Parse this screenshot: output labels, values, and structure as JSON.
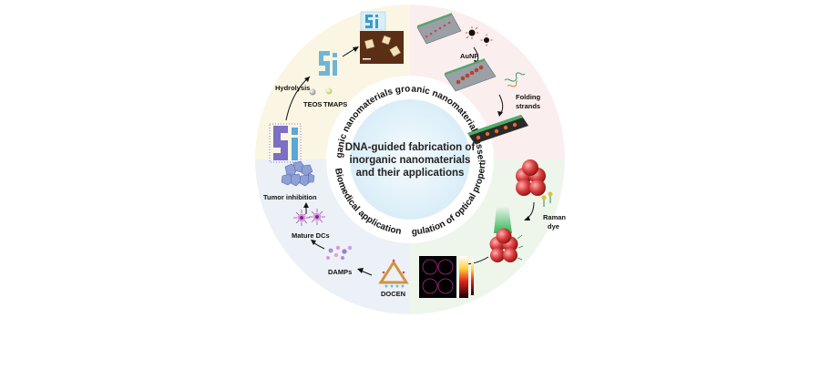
{
  "center": {
    "line1": "DNA-guided fabrication of",
    "line2": "inorganic nanomaterials",
    "line3": "and their applications"
  },
  "ring": {
    "growth": "Inorganic nanomaterials growth",
    "assembly": "Inorganic nanomaterials assembly",
    "optical": "Regulation of optical properties",
    "biomedical": "Biomedical application"
  },
  "labels": {
    "hydrolysis": "Hydrolysis",
    "teos": "TEOS",
    "tmaps": "TMAPS",
    "aunp": "AuNP",
    "folding1": "Folding",
    "folding2": "strands",
    "raman1": "Raman",
    "raman2": "dye",
    "tumor": "Tumor inhibition",
    "mature_dcs": "Mature DCs",
    "damps": "DAMPs",
    "docen": "DOCEN"
  },
  "colors": {
    "growth_bg": "#faf6e3",
    "assembly_bg": "#fbeeee",
    "optical_bg": "#eef6ec",
    "biomedical_bg": "#ecf1f7",
    "center_fill": "#e4f2fa",
    "gold": "#c79a2a",
    "red_sphere": "#d63a3a",
    "silica_blue": "#4aa7c9"
  }
}
